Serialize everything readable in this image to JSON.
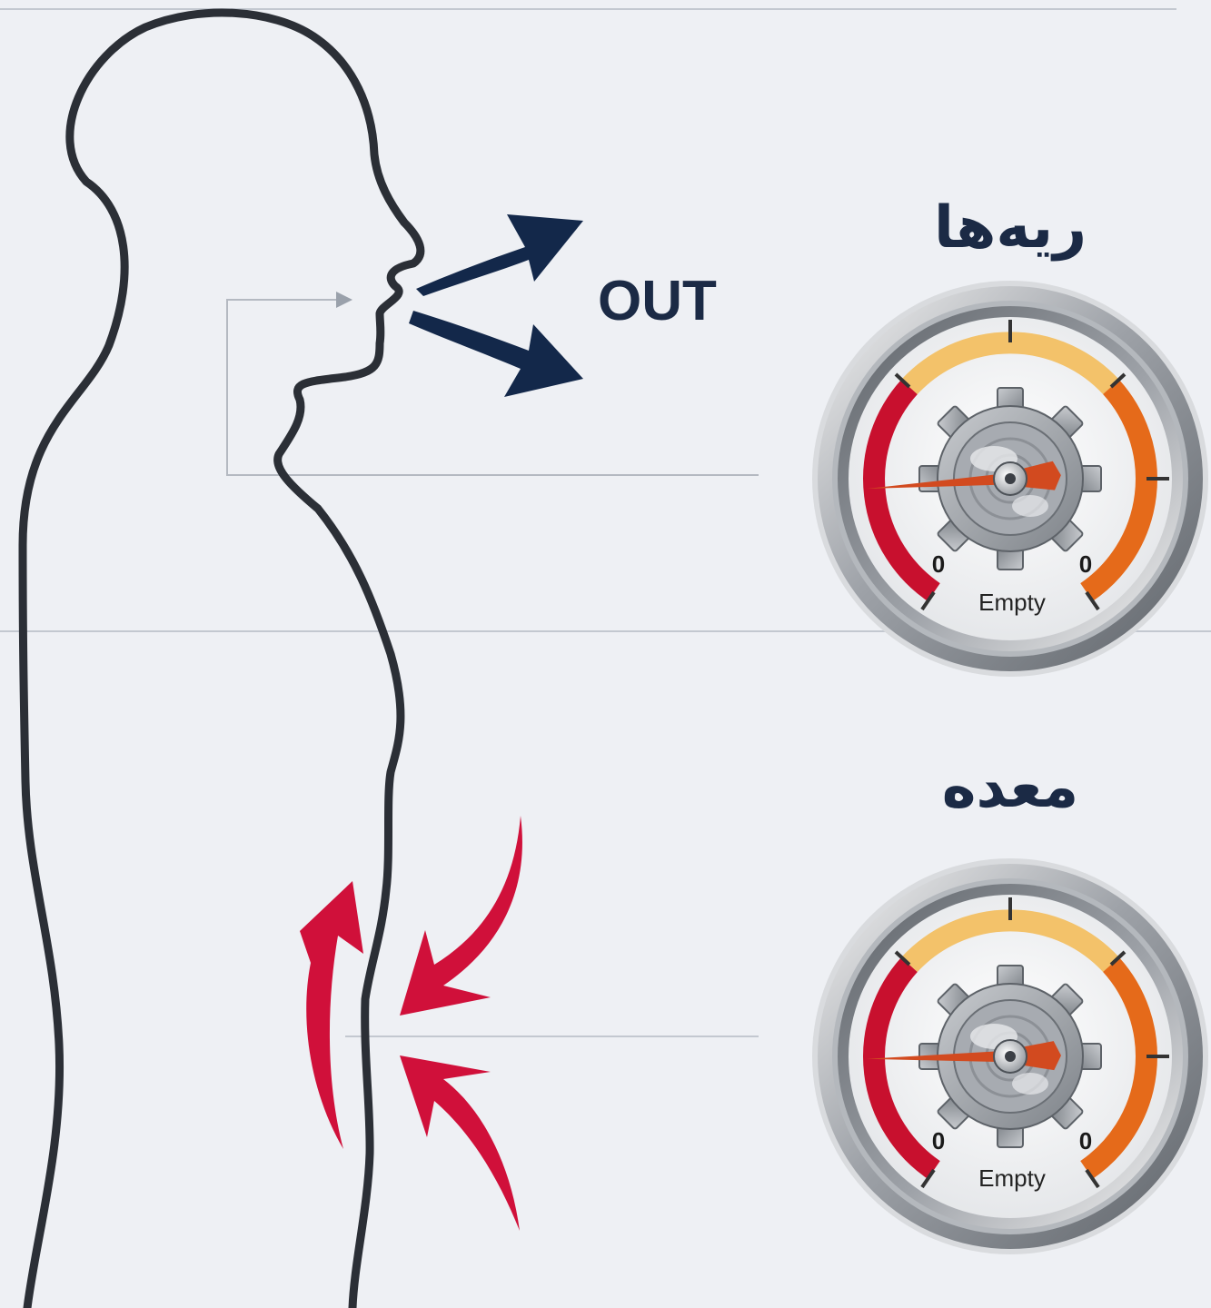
{
  "out_label": "OUT",
  "gauges": [
    {
      "id": "lungs",
      "title": "ریه‌ها",
      "min_label": "0",
      "max_label": "0",
      "status": "Empty"
    },
    {
      "id": "stomach",
      "title": "معده",
      "min_label": "0",
      "max_label": "0",
      "status": "Empty"
    }
  ],
  "colors": {
    "background": "#eef0f4",
    "outline": "#2b2f36",
    "exhale_arrows": "#13284a",
    "compression_arrows": "#d0103a",
    "gauge_red": "#c8102e",
    "gauge_yellow": "#f3c26a",
    "gauge_orange": "#e56a1a",
    "needle": "#d24a1f",
    "leader_lines": "#c3c8d0"
  },
  "icons": [
    "body-silhouette",
    "exhale-arrow",
    "compression-arrow",
    "gear-icon",
    "gauge-needle"
  ]
}
